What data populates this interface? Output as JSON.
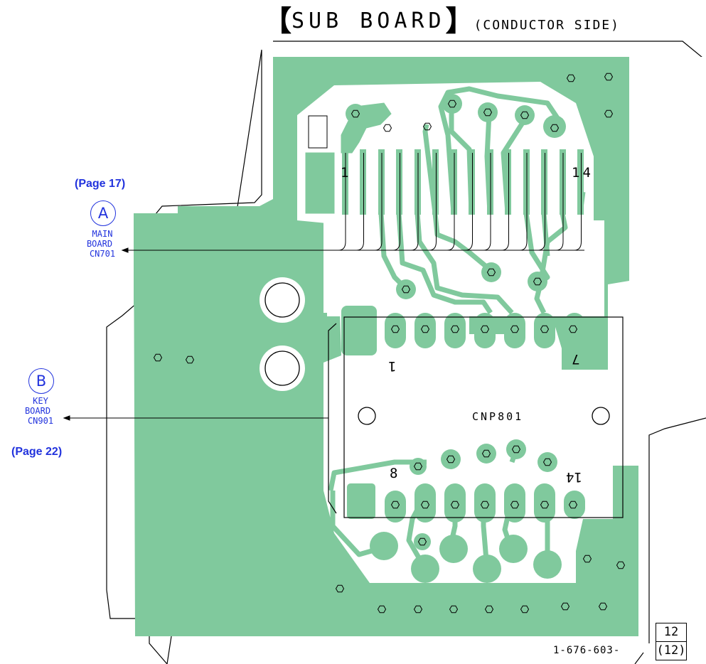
{
  "title": {
    "open_bracket": "【",
    "main": "SUB BOARD",
    "close_bracket": "】",
    "sub": "(CONDUCTOR SIDE)"
  },
  "connectors": [
    {
      "page_ref": "(Page 17)",
      "id": "A",
      "lines": [
        "MAIN",
        "BOARD",
        "CN701"
      ]
    },
    {
      "page_ref": "(Page 22)",
      "id": "B",
      "lines": [
        "KEY",
        "BOARD",
        "CN901"
      ]
    }
  ],
  "component": {
    "ref": "CNP801",
    "pin_labels": [
      "1",
      "7",
      "8",
      "14"
    ]
  },
  "header_pins": [
    "1",
    "14"
  ],
  "part_number": "1-676-603-",
  "page_box": {
    "top": "12",
    "bottom": "(12)"
  },
  "colors": {
    "copper": "#80c99d",
    "outline": "#000000",
    "annotation": "#2233dd"
  }
}
